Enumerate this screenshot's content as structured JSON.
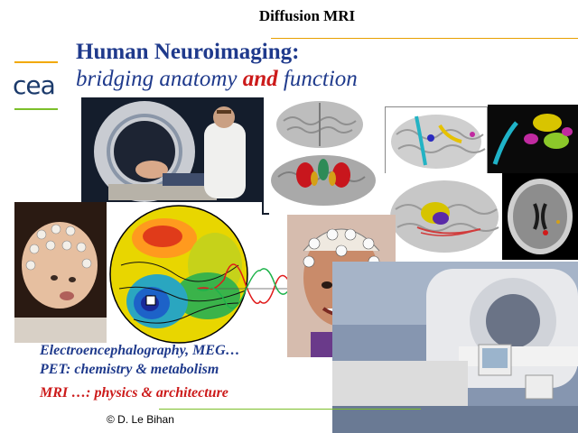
{
  "header": {
    "title": "Diffusion MRI"
  },
  "logo": {
    "text": "cea"
  },
  "slide": {
    "title_line1": "Human Neuroimaging:",
    "title_line2_part1": "bridging anatomy ",
    "title_line2_accent": "and",
    "title_line2_part2": " function"
  },
  "captions": {
    "eeg": "Electroencephalography, MEG…",
    "pet": "PET: chemistry & metabolism",
    "mri": "MRI …: physics & architecture"
  },
  "footer": {
    "copyright": "© D. Le Bihan"
  },
  "colors": {
    "title_blue": "#1f3a8c",
    "accent_red": "#cc1a1a",
    "rule_orange": "#e8a000",
    "rule_green": "#7cbf2a"
  }
}
